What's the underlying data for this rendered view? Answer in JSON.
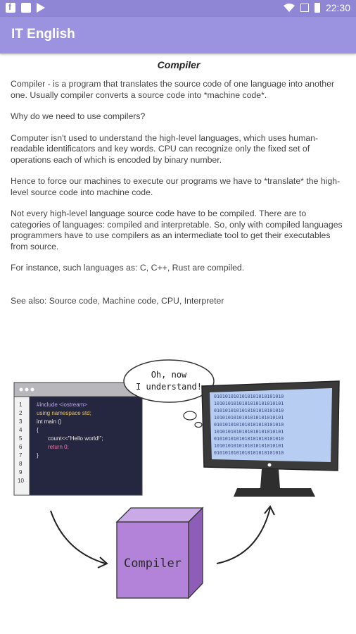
{
  "status_bar": {
    "time": "22:30"
  },
  "app_bar": {
    "title": "IT English"
  },
  "article": {
    "title": "Compiler",
    "paragraphs": [
      "Compiler - is a program that translates the source code of one language into another one. Usually compiler converts a source code  into *machine code*.",
      "Why do we need to use compilers?",
      "Computer isn't used to understand the high-level languages, which uses human-readable identificators and key words. CPU can recognize only the fixed set of operations each of which is encoded by binary number.",
      "Hence to force our machines to execute our programs we have to *translate* the high-level source code into machine code.",
      "Not every high-level language source code have to be compiled. There are to categories of languages: compiled and interpretable. So, only with compiled languages programmers have to use compilers as an intermediate tool to get their executables from source.",
      "For instance, such languages as: C, C++, Rust are compiled.",
      "See also: Source code, Machine code, CPU, Interpreter"
    ]
  },
  "illustration": {
    "speech_bubble_line1": "Oh, now",
    "speech_bubble_line2": "I understand!",
    "code_lines": [
      "#include <iostream>",
      "using namespace std;",
      "int main ()",
      "{",
      "count<<\"Hello world!\";",
      "return 0;",
      "}",
      "",
      "",
      ""
    ],
    "line_numbers": [
      "1",
      "2",
      "3",
      "4",
      "5",
      "6",
      "7",
      "8",
      "9",
      "10"
    ],
    "binary_lines": [
      "0101010101010101010101010",
      "1010101010101010101010101",
      "0101010101010101010101010",
      "1010101010101010101010101",
      "0101010101010101010101010",
      "1010101010101010101010101",
      "0101010101010101010101010",
      "1010101010101010101010101",
      "0101010101010101010101010"
    ],
    "box_label": "Compiler"
  }
}
